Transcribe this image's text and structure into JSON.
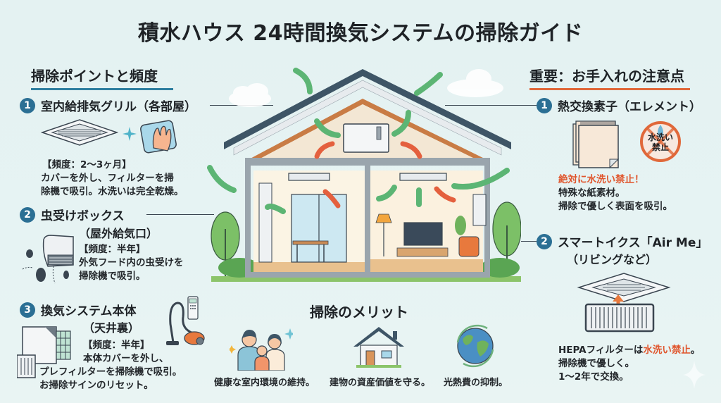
{
  "title": "積水ハウス 24時間換気システムの掃除ガイド",
  "left_section": {
    "heading": "掃除ポイントと頻度",
    "items": [
      {
        "number": "1",
        "title": "室内給排気グリル（各部屋）",
        "frequency": "【頻度：2〜3ヶ月】",
        "lines": [
          "カバーを外し、フィルターを掃",
          "除機で吸引。水洗いは完全乾燥。"
        ],
        "icons": [
          "ceiling-grille-icon",
          "sparkle-icon",
          "cloth-wipe-icon"
        ]
      },
      {
        "number": "2",
        "title": "虫受けボックス",
        "subtitle": "（屋外給気口）",
        "frequency": "【頻度：半年】",
        "lines": [
          "外気フード内の虫受けを",
          "掃除機で吸引。"
        ],
        "icons": [
          "outdoor-hood-icon",
          "bug-icon"
        ]
      },
      {
        "number": "3",
        "title": "換気システム本体",
        "subtitle": "（天井裏）",
        "frequency": "【頻度：半年】",
        "lines": [
          "本体カバーを外し、",
          "プレフィルターを掃除機で吸引。",
          "お掃除サインのリセット。"
        ],
        "icons": [
          "ventilation-unit-icon",
          "vacuum-cleaner-icon",
          "remote-control-icon"
        ]
      }
    ]
  },
  "right_section": {
    "heading": "重要：お手入れの注意点",
    "items": [
      {
        "number": "1",
        "title": "熱交換素子（エレメント）",
        "badge_text_1": "水洗い",
        "badge_text_2": "禁止",
        "warning": "絶対に水洗い禁止！",
        "lines": [
          "特殊な紙素材。",
          "掃除で優しく表面を吸引。"
        ],
        "icons": [
          "heat-exchange-element-icon",
          "no-water-wash-icon"
        ]
      },
      {
        "number": "2",
        "title": "スマートイクス「Air Me」",
        "subtitle": "（リビングなど）",
        "line1_prefix": "HEPAフィルターは",
        "line1_warn": "水洗い禁止",
        "line1_suffix": "。",
        "lines": [
          "掃除機で優しく。",
          "1〜2年で交換。"
        ],
        "icons": [
          "ceiling-cassette-icon",
          "hepa-filter-icon"
        ]
      }
    ]
  },
  "benefits": {
    "heading": "掃除のメリット",
    "items": [
      {
        "label": "健康な室内環境の維持。",
        "icon": "family-icon"
      },
      {
        "label": "建物の資産価値を守る。",
        "icon": "house-icon"
      },
      {
        "label": "光熱費の抑制。",
        "icon": "earth-recycle-icon"
      }
    ]
  },
  "colors": {
    "background": "#e4f2f2",
    "badge": "#2b6f94",
    "left_underline": "#2f7fa0",
    "right_underline": "#e0683a",
    "warning": "#e0552c",
    "green_arrow": "#5cb574",
    "red_arrow": "#e4603e",
    "roof": "#3e5566",
    "wood": "#c97c45"
  }
}
